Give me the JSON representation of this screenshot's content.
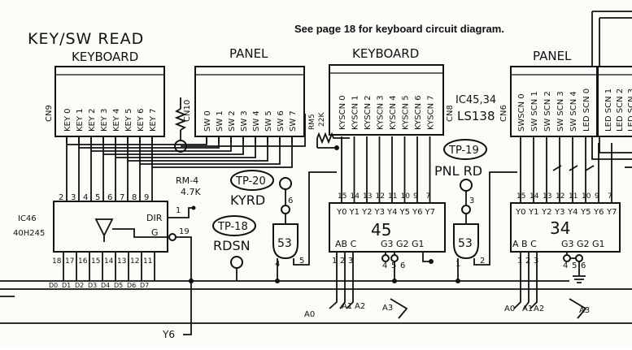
{
  "title": "KEY/SW READ",
  "note": "See page 18 for keyboard circuit diagram.",
  "connectors": [
    {
      "group_label": "KEYBOARD",
      "cn_label": "CN9",
      "pins": [
        "KEY 0",
        "KEY 1",
        "KEY 2",
        "KEY 3",
        "KEY 4",
        "KEY 5",
        "KEY 6",
        "KEY 7"
      ]
    },
    {
      "group_label": "PANEL",
      "cn_label": "CN10",
      "pins": [
        "SW 0",
        "SW 1",
        "SW 2",
        "SW 3",
        "SW 4",
        "SW 5",
        "SW 6",
        "SW 7"
      ]
    },
    {
      "group_label": "KEYBOARD",
      "cn_label": "CN8",
      "pins": [
        "KYSCN 0",
        "KYSCN 1",
        "KYSCN 2",
        "KYSCN 3",
        "KYSCN 4",
        "KYSCN 5",
        "KYSCN 6",
        "KYSCN 7"
      ]
    },
    {
      "group_label": "PANEL",
      "cn_label": "CN6",
      "pins": [
        "SWSCN 0",
        "SW SCN 1",
        "SW SCN 2",
        "SW SCN 3",
        "SW SCN 4",
        "LED SCN 0"
      ]
    },
    {
      "group_label": "",
      "cn_label": "",
      "pins": [
        "LED SCN 1",
        "LED SCN 2",
        "LED SCN 3"
      ]
    }
  ],
  "resistors": [
    {
      "ref": "RM-4",
      "value": "4.7K"
    },
    {
      "ref": "RM5",
      "value": "22K"
    }
  ],
  "ic46": {
    "ref": "IC46",
    "part": "40H245",
    "top_pins": [
      "2",
      "3",
      "4",
      "5",
      "6",
      "7",
      "8",
      "9"
    ],
    "bottom_pins": [
      "18",
      "17",
      "16",
      "15",
      "14",
      "13",
      "12",
      "11"
    ],
    "data_lines": [
      "D0",
      "D1",
      "D2",
      "D3",
      "D4",
      "D5",
      "D6",
      "D7"
    ],
    "dir_label": "DIR",
    "dir_pin": "1",
    "g_label": "G",
    "g_pin": "19"
  },
  "ic_label": {
    "refs": "IC45,34",
    "part": "LS138"
  },
  "ic45": {
    "number": "45",
    "top_pins": [
      "15",
      "14",
      "13",
      "12",
      "11",
      "10",
      "9",
      "7"
    ],
    "outputs": [
      "Y0",
      "Y1",
      "Y2",
      "Y3",
      "Y4",
      "Y5",
      "Y6",
      "Y7"
    ],
    "select_labels": "AB C",
    "select_pins": [
      "1",
      "2",
      "3"
    ],
    "enable_labels": "G3 G2 G1",
    "enable_pins": [
      "4",
      "5",
      "6"
    ]
  },
  "ic34": {
    "number": "34",
    "top_pins": [
      "15",
      "14",
      "13",
      "12",
      "11",
      "10",
      "9",
      "7"
    ],
    "outputs": [
      "Y0",
      "Y1",
      "Y2",
      "Y3",
      "Y4",
      "Y5",
      "Y6",
      "Y7"
    ],
    "select_labels": "A B C",
    "select_pins": [
      "1",
      "2",
      "3"
    ],
    "enable_labels": "G3 G2 G1",
    "enable_pins": [
      "4",
      "5",
      "6"
    ]
  },
  "gates": [
    {
      "number": "53",
      "in_pins": [
        "4",
        "5"
      ],
      "out_pin": "6"
    },
    {
      "number": "53",
      "in_pins": [
        "1",
        "2"
      ],
      "out_pin": "3"
    }
  ],
  "test_points": [
    {
      "label": "TP-20",
      "signal": "KYRD"
    },
    {
      "label": "TP-18",
      "signal": "RDSN"
    },
    {
      "label": "TP-19",
      "signal": "PNL RD"
    }
  ],
  "bus_labels": [
    "A0",
    "A1",
    "A2",
    "A3",
    "A0",
    "A1",
    "A2",
    "A3"
  ],
  "y6_label": "Y6"
}
